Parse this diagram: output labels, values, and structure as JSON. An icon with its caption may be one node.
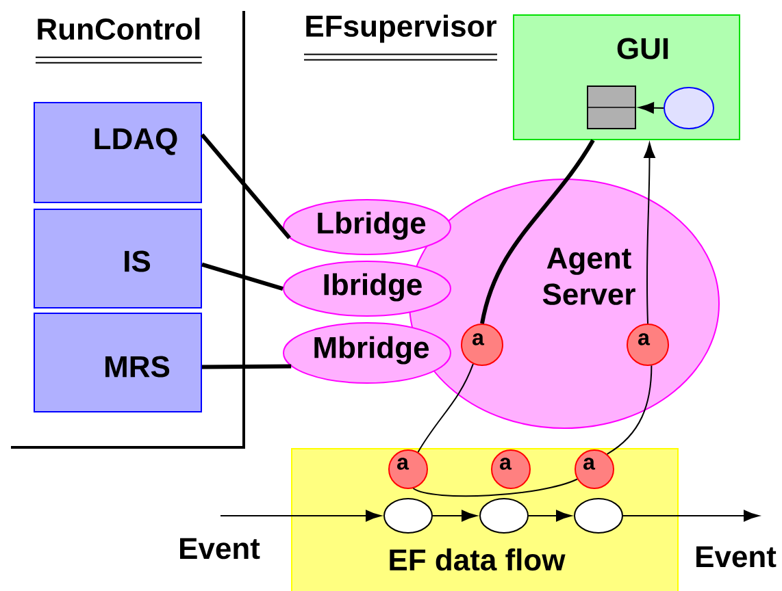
{
  "diagram": {
    "nodes": [
      {
        "text": [
          "LDAQ"
        ]
      },
      {
        "text": [
          "IS"
        ]
      },
      {
        "text": [
          "MRS"
        ]
      },
      {
        "text": [
          "Agent Server"
        ]
      },
      {
        "text": [
          "Lbridge"
        ]
      },
      {
        "text": [
          "Ibridge"
        ]
      },
      {
        "text": [
          "Mbridge"
        ]
      },
      {
        "text": [
          "GUI"
        ]
      },
      {
        "text": [],
        "shape": "box",
        "in": 7
      },
      {
        "text": [],
        "shape": "circle",
        "in": 7
      },
      {
        "text": [
          "a"
        ],
        "in": 3
      },
      {
        "text": [
          "a"
        ],
        "in": 3
      },
      {
        "text": [
          "EF data flow"
        ]
      },
      {
        "text": [
          "a"
        ],
        "in": 12
      },
      {
        "text": [
          "a"
        ],
        "in": 12
      },
      {
        "text": [
          "a"
        ],
        "in": 12
      },
      {
        "text": [],
        "shape": "circle",
        "in": 12
      },
      {
        "text": [],
        "shape": "circle",
        "in": 12
      },
      {
        "text": [],
        "shape": "circle",
        "in": 12
      }
    ],
    "edges": [
      {
        "from": 0,
        "to": 4,
        "arrow": "none",
        "style": "thick"
      },
      {
        "from": 1,
        "to": 5,
        "arrow": "none",
        "style": "thick"
      },
      {
        "from": 2,
        "to": 6,
        "arrow": "none",
        "style": "thick"
      },
      {
        "from": 9,
        "to": 8,
        "arrow": "to"
      },
      {
        "from": 10,
        "to": 7,
        "arrow": "none",
        "style": "thick"
      },
      {
        "from": 11,
        "to": 7,
        "arrow": "to"
      },
      {
        "from": 13,
        "to": 10,
        "arrow": "none"
      },
      {
        "from": 15,
        "to": 11,
        "arrow": "none"
      },
      {
        "from": 13,
        "to": 15,
        "arrow": "none"
      },
      {
        "from": null,
        "to": 16,
        "arrow": "to",
        "label": "Event"
      },
      {
        "from": 16,
        "to": 17,
        "arrow": "to"
      },
      {
        "from": 17,
        "to": 18,
        "arrow": "to"
      },
      {
        "from": 18,
        "to": null,
        "arrow": "to",
        "label": "Event"
      }
    ],
    "labels": [
      "RunControl",
      "EFsupervisor"
    ]
  }
}
